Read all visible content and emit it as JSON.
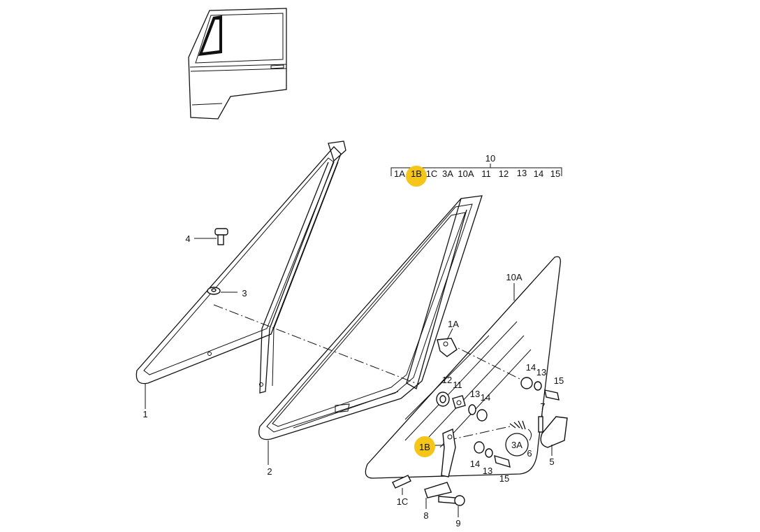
{
  "highlight_color": "#f5c518",
  "group": {
    "header": "10",
    "items": [
      "1A",
      "1B",
      "1C",
      "3A",
      "10A",
      "11",
      "12",
      "13",
      "14",
      "15"
    ],
    "highlighted": "1B"
  },
  "callouts": {
    "c1": "1",
    "c2": "2",
    "c3": "3",
    "c4": "4",
    "c1A": "1A",
    "c1B": "1B",
    "c1C": "1C",
    "c3A": "3A",
    "c10A": "10A",
    "c5": "5",
    "c6": "6",
    "c7": "7",
    "c8": "8",
    "c9": "9",
    "c11": "11",
    "c12": "12",
    "c13a": "13",
    "c13b": "13",
    "c13c": "13",
    "c14a": "14",
    "c14b": "14",
    "c14c": "14",
    "c15a": "15",
    "c15b": "15"
  }
}
